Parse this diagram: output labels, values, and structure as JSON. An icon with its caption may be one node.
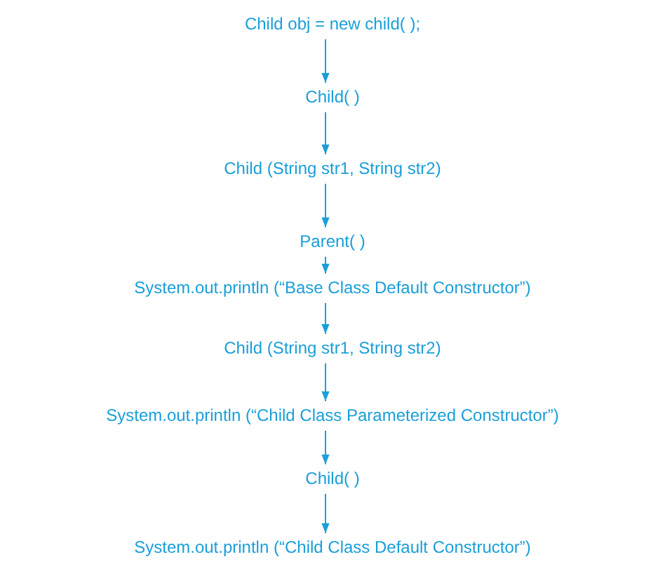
{
  "diagram": {
    "nodes": [
      {
        "text": [
          "Child obj = new child( );"
        ]
      },
      {
        "text": [
          "Child( )"
        ]
      },
      {
        "text": [
          "Child (String str1, String str2)"
        ]
      },
      {
        "text": [
          "Parent( )"
        ]
      },
      {
        "text": [
          "System.out.println (“Base Class Default Constructor”)"
        ]
      },
      {
        "text": [
          "Child (String str1, String str2)"
        ]
      },
      {
        "text": [
          "System.out.println (“Child Class Parameterized Constructor”)"
        ]
      },
      {
        "text": [
          "Child( )"
        ]
      },
      {
        "text": [
          "System.out.println (“Child Class Default Constructor”)"
        ]
      }
    ],
    "edges": [
      {
        "from": 0,
        "to": 1,
        "arrow": "to"
      },
      {
        "from": 1,
        "to": 2,
        "arrow": "to"
      },
      {
        "from": 2,
        "to": 3,
        "arrow": "to"
      },
      {
        "from": 3,
        "to": 4,
        "arrow": "to"
      },
      {
        "from": 4,
        "to": 5,
        "arrow": "to"
      },
      {
        "from": 5,
        "to": 6,
        "arrow": "to"
      },
      {
        "from": 6,
        "to": 7,
        "arrow": "to"
      },
      {
        "from": 7,
        "to": 8,
        "arrow": "to"
      }
    ]
  }
}
